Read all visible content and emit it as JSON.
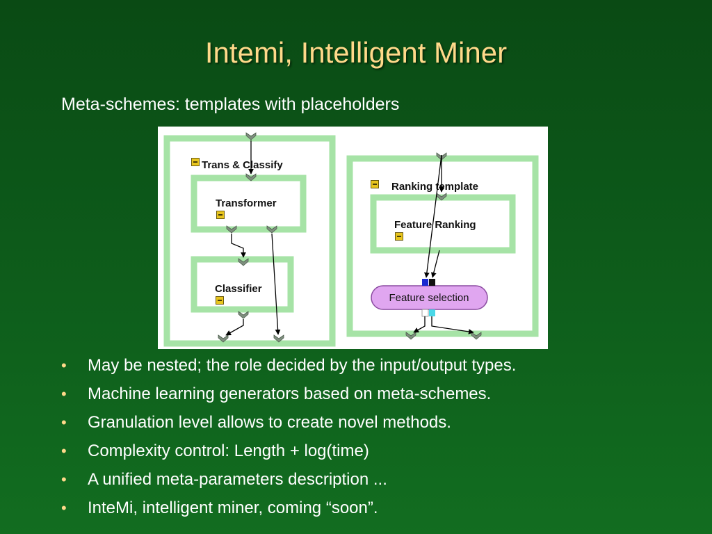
{
  "slide": {
    "title": "Intemi, Intelligent Miner",
    "subtitle": "Meta-schemes: templates with placeholders"
  },
  "diagram": {
    "left_scheme": {
      "label": "Trans & Classify",
      "transformer_label": "Transformer",
      "classifier_label": "Classifier"
    },
    "right_scheme": {
      "label": "Ranking template",
      "feature_ranking_label": "Feature Ranking",
      "feature_selection_label": "Feature selection"
    },
    "colors": {
      "frame_green": "#a6e3a6",
      "collapse_box": "#e8c51e",
      "connector_gray": "#7f8f7f",
      "selection_fill": "#e0a6f0",
      "selection_border": "#8a4aa0"
    }
  },
  "bullets": [
    "May be nested; the role decided by the input/output types.",
    "Machine learning generators based on meta-schemes.",
    "Granulation level allows to create novel methods.",
    "Complexity control: Length + log(time)",
    "A unified meta-parameters description ...",
    "InteMi, intelligent miner, coming “soon”."
  ],
  "bullet_symbol": "•"
}
